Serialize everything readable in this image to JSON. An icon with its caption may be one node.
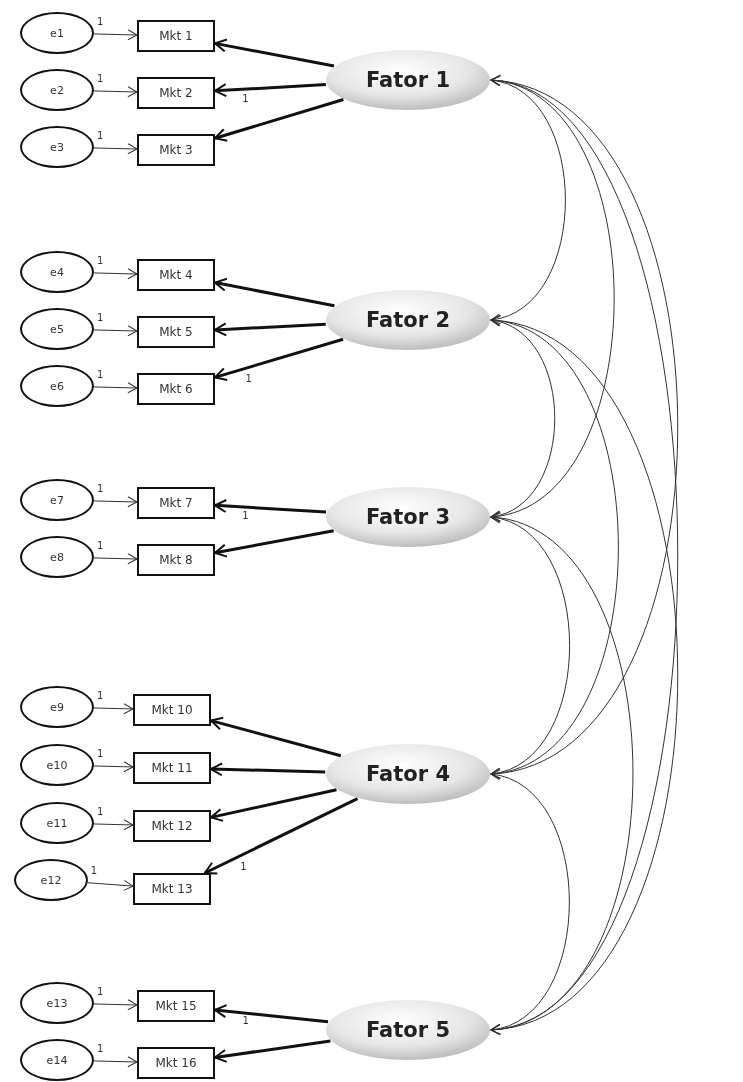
{
  "diagram": {
    "nodes": [
      {
        "text": [
          "e1"
        ]
      },
      {
        "text": [
          "e2"
        ]
      },
      {
        "text": [
          "e3"
        ]
      },
      {
        "text": [
          "e4"
        ]
      },
      {
        "text": [
          "e5"
        ]
      },
      {
        "text": [
          "e6"
        ]
      },
      {
        "text": [
          "e7"
        ]
      },
      {
        "text": [
          "e8"
        ]
      },
      {
        "text": [
          "e9"
        ]
      },
      {
        "text": [
          "e10"
        ]
      },
      {
        "text": [
          "e11"
        ]
      },
      {
        "text": [
          "e12"
        ]
      },
      {
        "text": [
          "e13"
        ]
      },
      {
        "text": [
          "e14"
        ]
      },
      {
        "text": [
          "Mkt 1"
        ]
      },
      {
        "text": [
          "Mkt 2"
        ]
      },
      {
        "text": [
          "Mkt 3"
        ]
      },
      {
        "text": [
          "Mkt 4"
        ]
      },
      {
        "text": [
          "Mkt 5"
        ]
      },
      {
        "text": [
          "Mkt 6"
        ]
      },
      {
        "text": [
          "Mkt 7"
        ]
      },
      {
        "text": [
          "Mkt 8"
        ]
      },
      {
        "text": [
          "Mkt 10"
        ]
      },
      {
        "text": [
          "Mkt 11"
        ]
      },
      {
        "text": [
          "Mkt 12"
        ]
      },
      {
        "text": [
          "Mkt 13"
        ]
      },
      {
        "text": [
          "Mkt 15"
        ]
      },
      {
        "text": [
          "Mkt 16"
        ]
      },
      {
        "text": [
          "Fator 1"
        ]
      },
      {
        "text": [
          "Fator 2"
        ]
      },
      {
        "text": [
          "Fator 3"
        ]
      },
      {
        "text": [
          "Fator 4"
        ]
      },
      {
        "text": [
          "Fator 5"
        ]
      }
    ],
    "edges": [
      {
        "from": 0,
        "to": 14,
        "arrow": "to",
        "label": "1"
      },
      {
        "from": 1,
        "to": 15,
        "arrow": "to",
        "label": "1"
      },
      {
        "from": 2,
        "to": 16,
        "arrow": "to",
        "label": "1"
      },
      {
        "from": 3,
        "to": 17,
        "arrow": "to",
        "label": "1"
      },
      {
        "from": 4,
        "to": 18,
        "arrow": "to",
        "label": "1"
      },
      {
        "from": 5,
        "to": 19,
        "arrow": "to",
        "label": "1"
      },
      {
        "from": 6,
        "to": 20,
        "arrow": "to",
        "label": "1"
      },
      {
        "from": 7,
        "to": 21,
        "arrow": "to",
        "label": "1"
      },
      {
        "from": 8,
        "to": 22,
        "arrow": "to",
        "label": "1"
      },
      {
        "from": 9,
        "to": 23,
        "arrow": "to",
        "label": "1"
      },
      {
        "from": 10,
        "to": 24,
        "arrow": "to",
        "label": "1"
      },
      {
        "from": 11,
        "to": 25,
        "arrow": "to",
        "label": "1"
      },
      {
        "from": 12,
        "to": 26,
        "arrow": "to",
        "label": "1"
      },
      {
        "from": 13,
        "to": 27,
        "arrow": "to",
        "label": "1"
      },
      {
        "from": 28,
        "to": 14,
        "arrow": "to",
        "style": "thick"
      },
      {
        "from": 28,
        "to": 15,
        "arrow": "to",
        "style": "thick",
        "label": "1"
      },
      {
        "from": 28,
        "to": 16,
        "arrow": "to",
        "style": "thick"
      },
      {
        "from": 29,
        "to": 17,
        "arrow": "to",
        "style": "thick"
      },
      {
        "from": 29,
        "to": 18,
        "arrow": "to",
        "style": "thick"
      },
      {
        "from": 29,
        "to": 19,
        "arrow": "to",
        "style": "thick",
        "label": "1"
      },
      {
        "from": 30,
        "to": 20,
        "arrow": "to",
        "style": "thick",
        "label": "1"
      },
      {
        "from": 30,
        "to": 21,
        "arrow": "to",
        "style": "thick"
      },
      {
        "from": 31,
        "to": 22,
        "arrow": "to",
        "style": "thick"
      },
      {
        "from": 31,
        "to": 23,
        "arrow": "to",
        "style": "thick"
      },
      {
        "from": 31,
        "to": 24,
        "arrow": "to",
        "style": "thick"
      },
      {
        "from": 31,
        "to": 25,
        "arrow": "to",
        "style": "thick",
        "label": "1"
      },
      {
        "from": 32,
        "to": 26,
        "arrow": "to",
        "style": "thick",
        "label": "1"
      },
      {
        "from": 32,
        "to": 27,
        "arrow": "to",
        "style": "thick"
      },
      {
        "from": 28,
        "to": 29,
        "arrow": "both"
      },
      {
        "from": 28,
        "to": 30,
        "arrow": "both"
      },
      {
        "from": 28,
        "to": 31,
        "arrow": "both"
      },
      {
        "from": 28,
        "to": 32,
        "arrow": "both"
      },
      {
        "from": 29,
        "to": 30,
        "arrow": "both"
      },
      {
        "from": 29,
        "to": 31,
        "arrow": "both"
      },
      {
        "from": 29,
        "to": 32,
        "arrow": "both"
      },
      {
        "from": 30,
        "to": 31,
        "arrow": "both"
      },
      {
        "from": 30,
        "to": 32,
        "arrow": "both"
      },
      {
        "from": 31,
        "to": 32,
        "arrow": "both"
      }
    ]
  }
}
